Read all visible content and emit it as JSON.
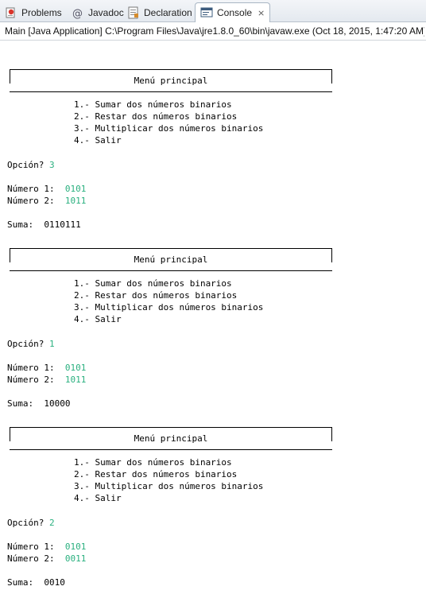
{
  "tabs": [
    {
      "label": "Problems",
      "icon": "problems-icon"
    },
    {
      "label": "Javadoc",
      "icon": "at-icon"
    },
    {
      "label": "Declaration",
      "icon": "declaration-icon"
    },
    {
      "label": "Console",
      "icon": "console-icon",
      "close": "⨯"
    }
  ],
  "console": {
    "description": "Main [Java Application] C:\\Program Files\\Java\\jre1.8.0_60\\bin\\javaw.exe (Oct 18, 2015, 1:47:20 AM)",
    "runs": [
      {
        "menu_title": "Menú principal",
        "options": [
          "1.- Sumar dos números binarios",
          "2.- Restar dos números binarios",
          "3.- Multiplicar dos números binarios",
          "4.- Salir"
        ],
        "prompt": "Opción? ",
        "choice": "3",
        "num1_label": "Número 1:  ",
        "num1": "0101",
        "num2_label": "Número 2:  ",
        "num2": "1011",
        "result": "Suma:  0110111"
      },
      {
        "menu_title": "Menú principal",
        "options": [
          "1.- Sumar dos números binarios",
          "2.- Restar dos números binarios",
          "3.- Multiplicar dos números binarios",
          "4.- Salir"
        ],
        "prompt": "Opción? ",
        "choice": "1",
        "num1_label": "Número 1:  ",
        "num1": "0101",
        "num2_label": "Número 2:  ",
        "num2": "1011",
        "result": "Suma:  10000"
      },
      {
        "menu_title": "Menú principal",
        "options": [
          "1.- Sumar dos números binarios",
          "2.- Restar dos números binarios",
          "3.- Multiplicar dos números binarios",
          "4.- Salir"
        ],
        "prompt": "Opción? ",
        "choice": "2",
        "num1_label": "Número 1:  ",
        "num1": "0101",
        "num2_label": "Número 2:  ",
        "num2": "0011",
        "result": "Suma:  0010"
      }
    ]
  },
  "colors": {
    "input_text": "#2ab07f",
    "tab_active_border": "#a9b6c4"
  }
}
